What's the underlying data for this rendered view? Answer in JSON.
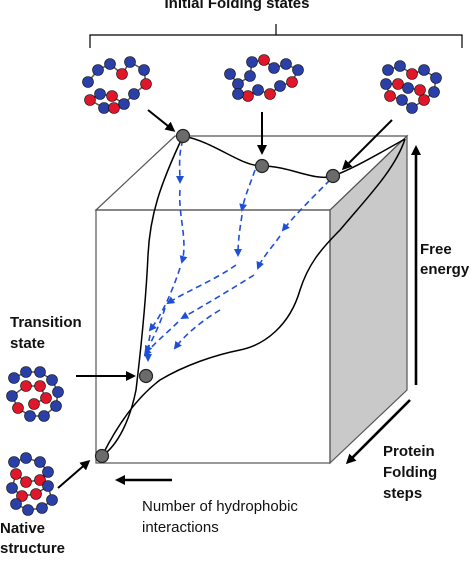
{
  "labels": {
    "title": "Initial Folding states",
    "free_energy_line1": "Free",
    "free_energy_line2": "energy",
    "transition_line1": "Transition",
    "transition_line2": "state",
    "protein_line1": "Protein",
    "protein_line2": "Folding",
    "protein_line3": "steps",
    "hydro_line1": "Number of hydrophobic",
    "hydro_line2": "interactions",
    "native_line1": "Native",
    "native_line2": "structure"
  },
  "colors": {
    "hydrophobic_residue": "#e0162b",
    "polar_residue": "#2b3fa8",
    "folding_path": "#1f4fd6",
    "state_marker": "#6b6b6b",
    "box_side": "#c9c9c9"
  }
}
